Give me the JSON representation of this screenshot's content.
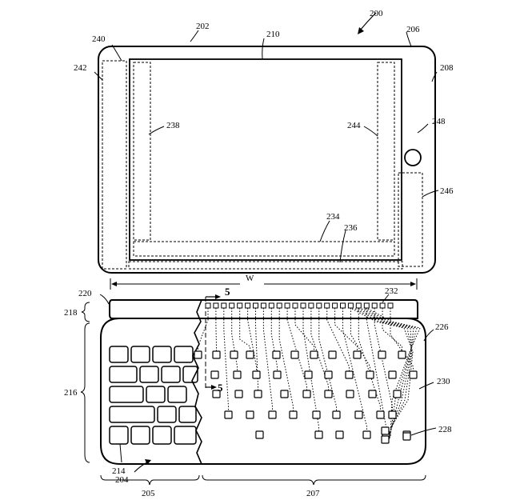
{
  "ref_numerals": {
    "r200": "200",
    "r202": "202",
    "r204": "204",
    "r205": "205",
    "r206": "206",
    "r207": "207",
    "r208": "208",
    "r210": "210",
    "r214": "214",
    "r216": "216",
    "r218": "218",
    "r220": "220",
    "r226": "226",
    "r228": "228",
    "r230": "230",
    "r232": "232",
    "r234": "234",
    "r236": "236",
    "r238": "238",
    "r240": "240",
    "r242": "242",
    "r244": "244",
    "r246": "246",
    "r248": "248"
  },
  "section_marker": "5",
  "width_label": "W",
  "keys_top_cols": 24,
  "key_rows": [
    [
      247,
      270,
      292,
      312,
      345,
      368,
      392,
      415,
      446,
      477,
      502
    ],
    [
      268,
      296,
      320,
      346,
      385,
      410,
      436,
      462,
      490,
      516
    ],
    [
      270,
      298,
      322,
      355,
      383,
      410,
      437,
      465,
      496
    ],
    [
      285,
      312,
      340,
      366,
      395,
      420,
      448,
      475,
      490
    ],
    [
      324,
      398,
      424,
      458,
      482,
      508
    ]
  ]
}
